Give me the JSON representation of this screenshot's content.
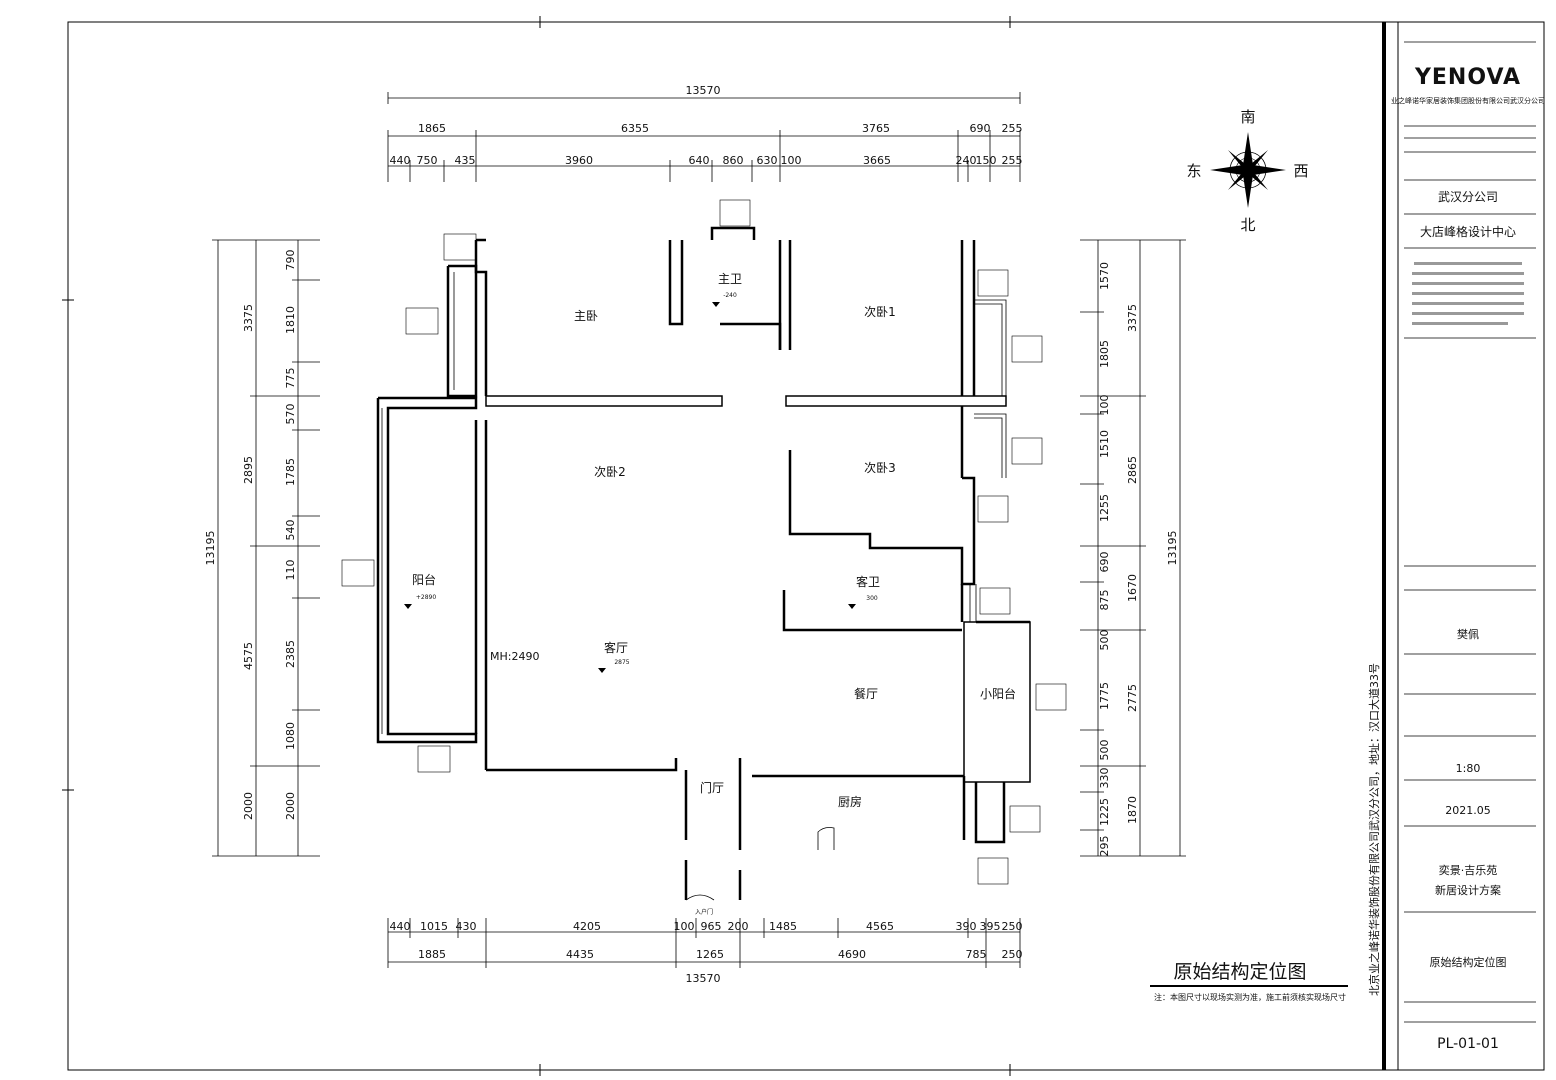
{
  "title_block": {
    "logo": "YENOVA",
    "company_line": "业之峰诺华家居装饰集团股份有限公司武汉分公司",
    "branch": "武汉分公司",
    "design_center": "大店峰格设计中心",
    "designer_value": "樊佩",
    "scale_value": "1:80",
    "date_value": "2021.05",
    "project_line1": "奕景·吉乐苑",
    "project_line2": "新居设计方案",
    "drawing_name": "原始结构定位图",
    "drawing_no": "PL-01-01",
    "vertical_address": "北京业之峰诺华装饰股份有限公司武汉分公司，地址：汉口大道33号"
  },
  "compass": {
    "south": "南",
    "north": "北",
    "east": "东",
    "west": "西"
  },
  "drawing": {
    "title": "原始结构定位图",
    "note": "注：本图尺寸以现场实测为准，施工前须核实现场尺寸",
    "top_total": "13570",
    "bottom_total": "13570",
    "left_total": "13195",
    "right_total": "13195",
    "top_row1": [
      "1865",
      "6355",
      "3765",
      "690",
      "255"
    ],
    "top_row2": [
      "440",
      "750",
      "435",
      "3960",
      "640",
      "860",
      "630",
      "100",
      "3665",
      "240",
      "150",
      "255"
    ],
    "bottom_row1": [
      "440",
      "1015",
      "430",
      "4205",
      "100",
      "965",
      "200",
      "1485",
      "4565",
      "390",
      "395",
      "250"
    ],
    "bottom_row2": [
      "1885",
      "4435",
      "1265",
      "4690",
      "785",
      "250"
    ],
    "left_outer": [
      "3375",
      "2895",
      "4575",
      "2000"
    ],
    "left_inner": [
      "790",
      "1810",
      "775",
      "570",
      "1785",
      "540",
      "110",
      "2385",
      "1080",
      "2000"
    ],
    "right_inner": [
      "1570",
      "1805",
      "100",
      "1510",
      "1255",
      "690",
      "875",
      "500",
      "1775",
      "500",
      "330",
      "1225",
      "295"
    ],
    "right_outer": [
      "3375",
      "2865",
      "1670",
      "2775",
      "1870"
    ],
    "rooms": {
      "master_bedroom": "主卧",
      "master_bath": "主卫",
      "bedroom1": "次卧1",
      "bedroom2": "次卧2",
      "bedroom3": "次卧3",
      "balcony": "阳台",
      "guest_bath": "客卫",
      "living": "客厅",
      "dining": "餐厅",
      "small_balcony": "小阳台",
      "foyer": "门厅",
      "kitchen": "厨房",
      "entrance": "入户门"
    },
    "levels": {
      "master_bath": "-240",
      "balcony": "+2890",
      "guest_bath": "300",
      "living": "2875"
    },
    "mh_label": "MH:2490"
  }
}
